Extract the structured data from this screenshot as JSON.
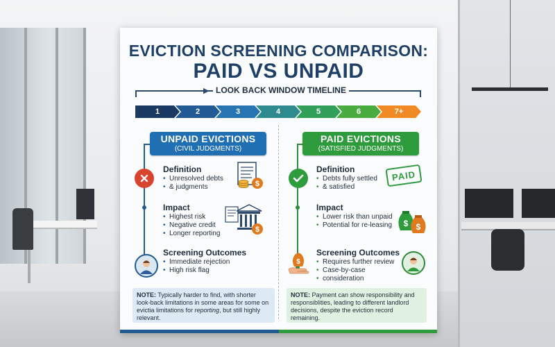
{
  "title": {
    "line1": "EVICTION SCREENING COMPARISON:",
    "line2": "PAID VS UNPAID"
  },
  "timeline": {
    "label": "LOOK BACK WINDOW TIMELINE",
    "segments": [
      {
        "label": "1",
        "color": "#1b3a63"
      },
      {
        "label": "2",
        "color": "#215a95"
      },
      {
        "label": "3",
        "color": "#2675b2"
      },
      {
        "label": "4",
        "color": "#2d8a8e"
      },
      {
        "label": "5",
        "color": "#33a05a"
      },
      {
        "label": "6",
        "color": "#48ad3e"
      },
      {
        "label": "7+",
        "color": "#f08a24"
      }
    ]
  },
  "unpaid": {
    "title": "UNPAID EVICTIONS",
    "subtitle": "(CIVIL JUDGMENTS)",
    "color": "#1f6fb2",
    "definition": {
      "title": "Definition",
      "items": [
        "Unresolved debts",
        "& judgments"
      ]
    },
    "impact": {
      "title": "Impact",
      "items": [
        "Highest risk",
        "Negative credit",
        "Longer reporting"
      ]
    },
    "outcomes": {
      "title": "Screening Outcomes",
      "items": [
        "Immediate rejection",
        "High risk flag"
      ]
    },
    "note": {
      "label": "NOTE:",
      "text_a": " Typically harder to find, with shorter look-back limitations in some areas for some on evictia limitations for ",
      "text_em": "reporting",
      "text_b": ", but still highly relevant."
    }
  },
  "paid": {
    "title": "PAID EVICTIONS",
    "subtitle": "(SATISFIED JUDGMENTS)",
    "color": "#2e9b3c",
    "definition": {
      "title": "Definition",
      "items": [
        "Debts fully settled",
        "& satisfied"
      ]
    },
    "stamp": "PAID",
    "impact": {
      "title": "Impact",
      "items": [
        "Lower risk than unpaid",
        "Potential for re-leasing"
      ]
    },
    "outcomes": {
      "title": "Screening Outcomes",
      "items": [
        "Requires further review",
        "Case-by-case",
        "consideration"
      ]
    },
    "note": {
      "label": "NOTE:",
      "text": " Payment can show responsibility and responsiblities, leading to different landlord decisions, despite the eviction record remaining."
    }
  },
  "icons": {
    "unpaid_definition": "x-circle-icon",
    "unpaid_definition_side": "document-money-icon",
    "unpaid_impact_side": "bank-money-icon",
    "unpaid_outcomes": "person-avatar-icon",
    "paid_definition": "check-circle-icon",
    "paid_definition_side": "paid-stamp-icon",
    "paid_impact_side": "money-bags-icon",
    "paid_outcomes_left": "hand-money-bag-icon",
    "paid_outcomes_right": "person-avatar-icon"
  },
  "colors": {
    "title": "#1e3f66",
    "unpaid_accent": "#1f5a91",
    "paid_accent": "#2e8b3a",
    "reject": "#d9442c",
    "money": "#e07a1e"
  }
}
